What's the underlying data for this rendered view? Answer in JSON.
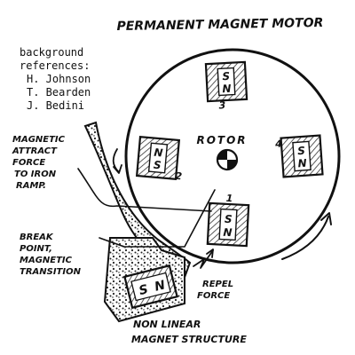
{
  "title": "PERMANENT MAGNET MOTOR",
  "references": {
    "heading": "background",
    "heading2": "references:",
    "names": [
      "H. Johnson",
      "T. Bearden",
      "J. Bedini"
    ]
  },
  "rotor": {
    "label": "ROTOR",
    "magnets": [
      {
        "number": "3",
        "top_pole": "S",
        "bottom_pole": "N"
      },
      {
        "number": "2",
        "top_pole": "N",
        "bottom_pole": "S"
      },
      {
        "number": "4",
        "top_pole": "S",
        "bottom_pole": "N"
      },
      {
        "number": "1",
        "top_pole": "S",
        "bottom_pole": "N"
      }
    ]
  },
  "stator": {
    "top_pole": "S",
    "bottom_pole": "N"
  },
  "labels": {
    "attract": [
      "MAGNETIC",
      "ATTRACT",
      "FORCE",
      "TO IRON",
      "RAMP."
    ],
    "break": [
      "BREAK",
      "POINT,",
      "MAGNETIC",
      "TRANSITION"
    ],
    "repel": [
      "REPEL",
      "FORCE"
    ],
    "nonlinear": [
      "NON LINEAR",
      "MAGNET STRUCTURE"
    ]
  },
  "colors": {
    "ink": "#111111",
    "hatch": "#333333",
    "paper": "#ffffff"
  }
}
